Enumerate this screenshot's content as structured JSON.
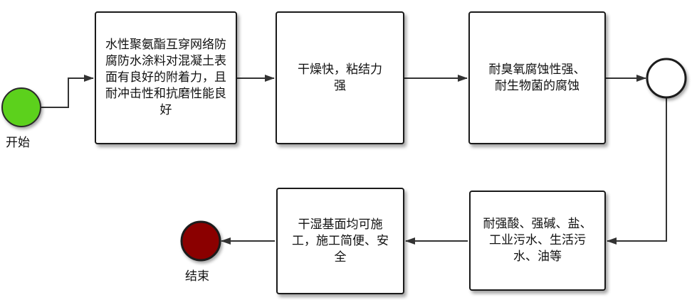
{
  "start_label": "开始",
  "end_label": "结束",
  "colors": {
    "start": "#5cd11e",
    "end": "#8b0000",
    "edge": "#333333"
  },
  "steps": [
    "水性聚氨酯互穿网络防腐防水涂料对混凝土表面有良好的附着力，且耐冲击性和抗磨性能良好",
    "干燥快，粘结力强",
    "耐臭氧腐蚀性强、耐生物菌的腐蚀",
    "耐强酸、强碱、盐、工业污水、生活污水、油等",
    "干湿基面均可施工，施工简便、安全"
  ]
}
